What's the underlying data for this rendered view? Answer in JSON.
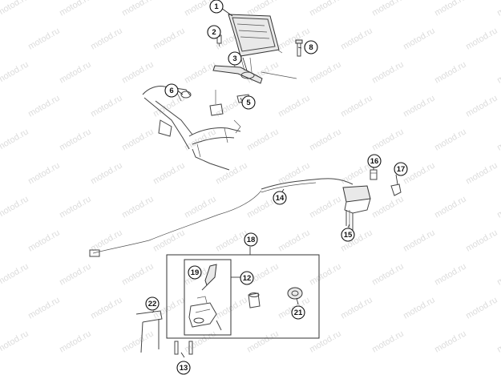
{
  "watermark": "motod.ru",
  "callouts": [
    "1",
    "2",
    "3",
    "5",
    "6",
    "8",
    "12",
    "13",
    "14",
    "15",
    "16",
    "17",
    "18",
    "19",
    "21",
    "22"
  ]
}
